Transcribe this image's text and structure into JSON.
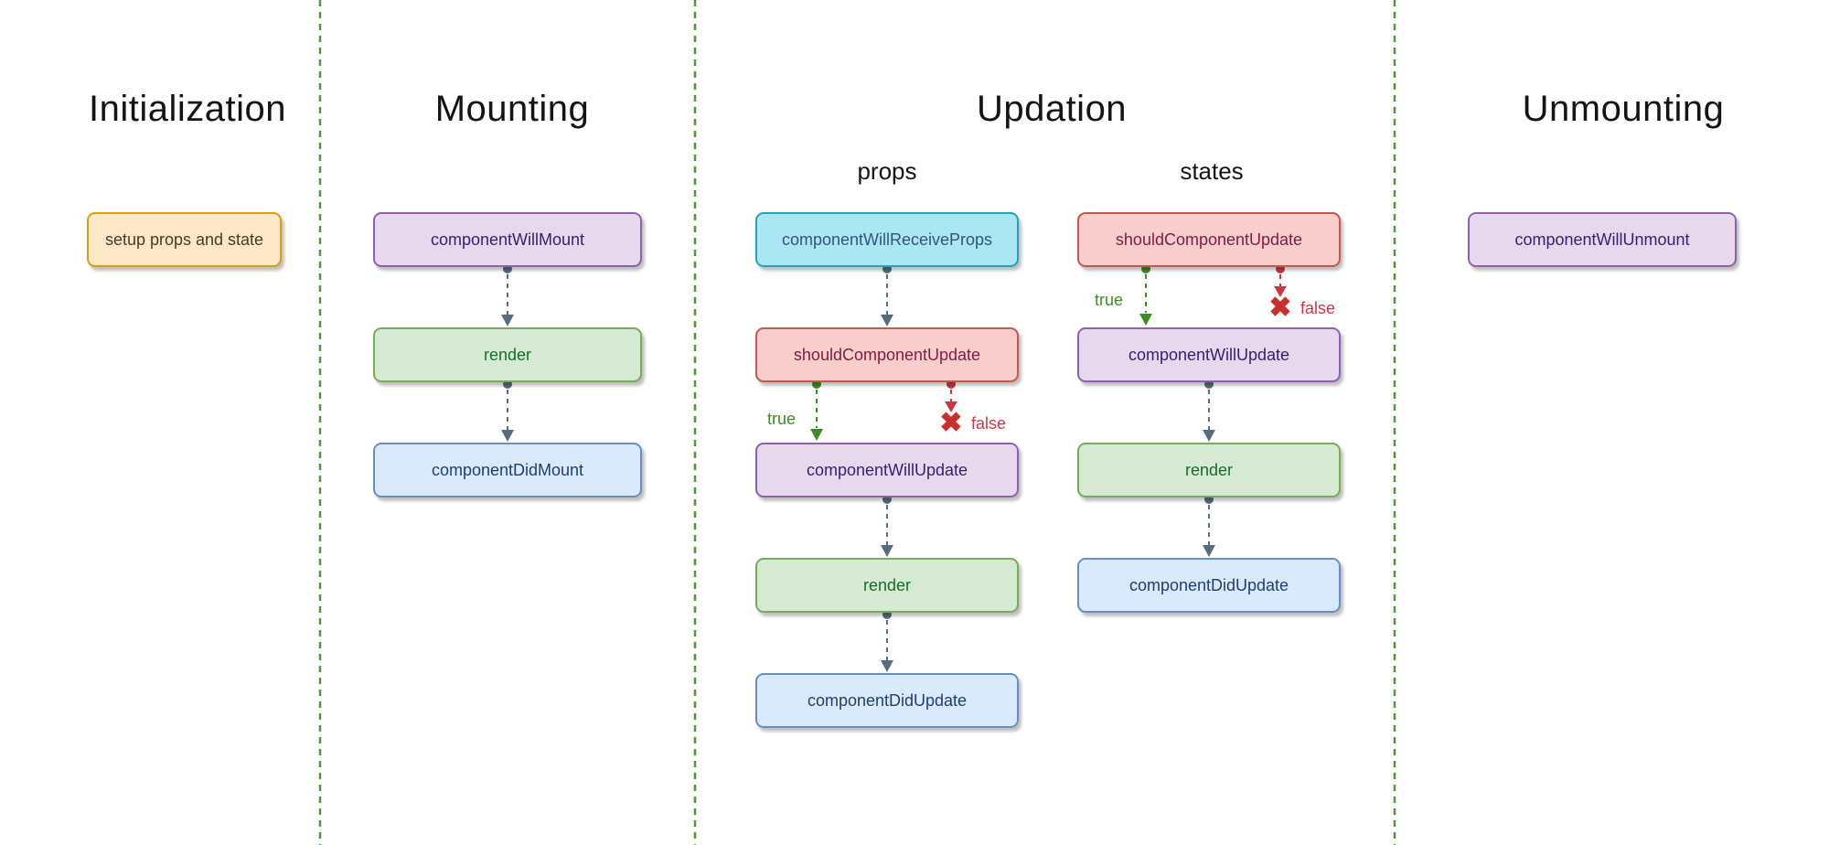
{
  "sections": {
    "initialization": {
      "title": "Initialization"
    },
    "mounting": {
      "title": "Mounting"
    },
    "updation": {
      "title": "Updation",
      "columns": {
        "props": "props",
        "states": "states"
      }
    },
    "unmounting": {
      "title": "Unmounting"
    }
  },
  "nodes": {
    "setup": {
      "label": "setup props and state",
      "palette": "orange"
    },
    "mounting_will_mount": {
      "label": "componentWillMount",
      "palette": "purple"
    },
    "mounting_render": {
      "label": "render",
      "palette": "green"
    },
    "mounting_did_mount": {
      "label": "componentDidMount",
      "palette": "blue"
    },
    "props_will_receive_props": {
      "label": "componentWillReceiveProps",
      "palette": "cyan"
    },
    "props_should_update": {
      "label": "shouldComponentUpdate",
      "palette": "red"
    },
    "props_will_update": {
      "label": "componentWillUpdate",
      "palette": "purple"
    },
    "props_render": {
      "label": "render",
      "palette": "green"
    },
    "props_did_update": {
      "label": "componentDidUpdate",
      "palette": "blue"
    },
    "states_should_update": {
      "label": "shouldComponentUpdate",
      "palette": "red"
    },
    "states_will_update": {
      "label": "componentWillUpdate",
      "palette": "purple"
    },
    "states_render": {
      "label": "render",
      "palette": "green"
    },
    "states_did_update": {
      "label": "componentDidUpdate",
      "palette": "blue"
    },
    "unmounting_will_unmount": {
      "label": "componentWillUnmount",
      "palette": "purple"
    }
  },
  "branches": {
    "true_label": "true",
    "false_label": "false"
  },
  "icons": {
    "x_mark": "✖"
  },
  "colors": {
    "background": "#ffffff",
    "title_text": "#141414",
    "separator_green": "#55923f",
    "connector_gray": "#5a6b7c",
    "branch_true_green": "#3e8b27",
    "branch_false_red": "#c43a44",
    "x_mark_red": "#c82f2f",
    "palettes": {
      "purple": {
        "fill": "#e6d9ee",
        "stroke": "#8c63aa",
        "text": "#3a1d6e"
      },
      "orange": {
        "fill": "#fde7c9",
        "stroke": "#d4a017",
        "text": "#4f3a1d"
      },
      "green": {
        "fill": "#d6e9d4",
        "stroke": "#79ab5f",
        "text": "#176e25"
      },
      "blue": {
        "fill": "#dbe9fc",
        "stroke": "#6c8ebf",
        "text": "#1e3f72"
      },
      "cyan": {
        "fill": "#abe6f3",
        "stroke": "#2b9fb5",
        "text": "#31567c"
      },
      "red": {
        "fill": "#f8cecc",
        "stroke": "#bd5a52",
        "text": "#7d1e43"
      }
    }
  }
}
